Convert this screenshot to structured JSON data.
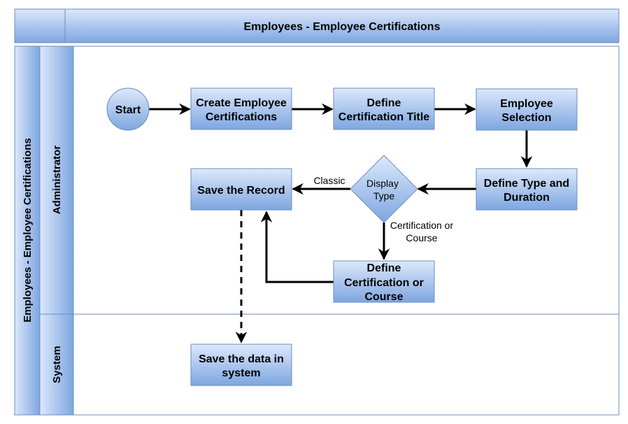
{
  "header": {
    "title": "Employees - Employee Certifications"
  },
  "pool": {
    "title": "Employees - Employee Certifications"
  },
  "lanes": {
    "administrator": "Administrator",
    "system": "System"
  },
  "nodes": {
    "start": "Start",
    "create": [
      "Create Employee",
      "Certifications"
    ],
    "define_title": [
      "Define",
      "Certification Title"
    ],
    "employee_selection": [
      "Employee",
      "Selection"
    ],
    "define_type": [
      "Define Type and",
      "Duration"
    ],
    "display_type": [
      "Display",
      "Type"
    ],
    "save_record": "Save the Record",
    "define_cert": [
      "Define",
      "Certification or",
      "Course"
    ],
    "save_data": [
      "Save the data in",
      "system"
    ]
  },
  "edges": {
    "classic": "Classic",
    "cert_or_course": [
      "Certification or",
      "Course"
    ]
  },
  "colors": {
    "fill_top": "#dce8fb",
    "fill_bottom": "#7ea6e0",
    "stroke": "#6c8ebf"
  }
}
